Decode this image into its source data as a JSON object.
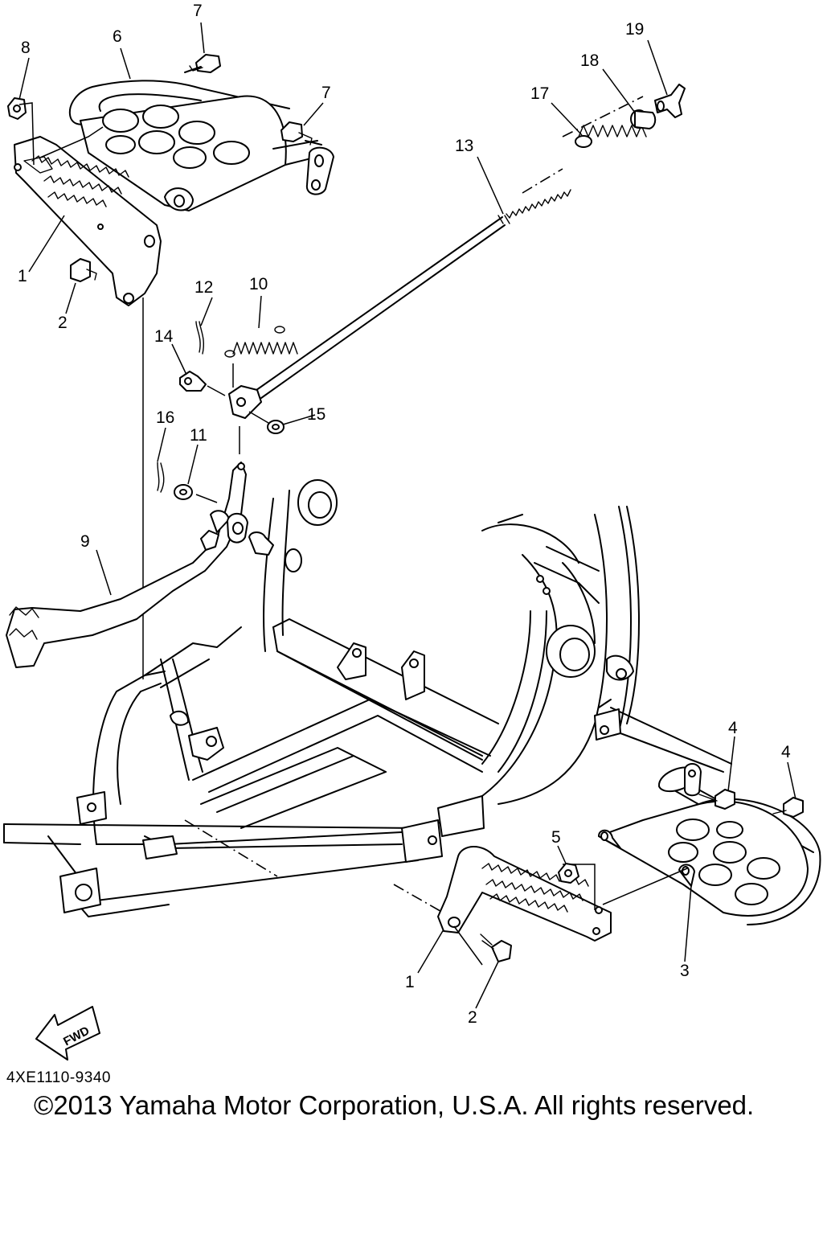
{
  "callouts": {
    "c1_top": "1",
    "c2_top": "2",
    "c6": "6",
    "c7_top": "7",
    "c7_right": "7",
    "c8": "8",
    "c9": "9",
    "c10": "10",
    "c11": "11",
    "c12": "12",
    "c13": "13",
    "c14": "14",
    "c15": "15",
    "c16": "16",
    "c17": "17",
    "c18": "18",
    "c19": "19",
    "c4_left": "4",
    "c4_right": "4",
    "c5": "5",
    "c1_bottom": "1",
    "c2_bottom": "2",
    "c3": "3"
  },
  "fwd_label": "FWD",
  "diagram_code": "4XE1110-9340",
  "copyright": "©2013 Yamaha Motor Corporation, U.S.A. All rights reserved."
}
